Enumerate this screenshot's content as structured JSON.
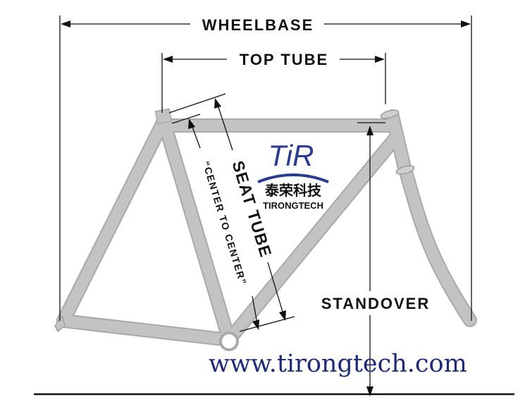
{
  "dimensions": {
    "wheelbase": "WHEELBASE",
    "top_tube": "TOP TUBE",
    "seat_tube": "SEAT TUBE",
    "center_to_center": "“CENTER TO CENTER”",
    "standover": "STANDOVER"
  },
  "logo": {
    "mark": "TiR",
    "chinese_name": "泰荣科技",
    "english_name": "TIRONGTECH"
  },
  "website": "www.tirongtech.com",
  "colors": {
    "frame": "#c3c3c3",
    "frame_outline": "#a8a8a8",
    "dimension_lines": "#111111",
    "logo_blue": "#2a3c8f",
    "url_blue": "#1e2a78"
  }
}
